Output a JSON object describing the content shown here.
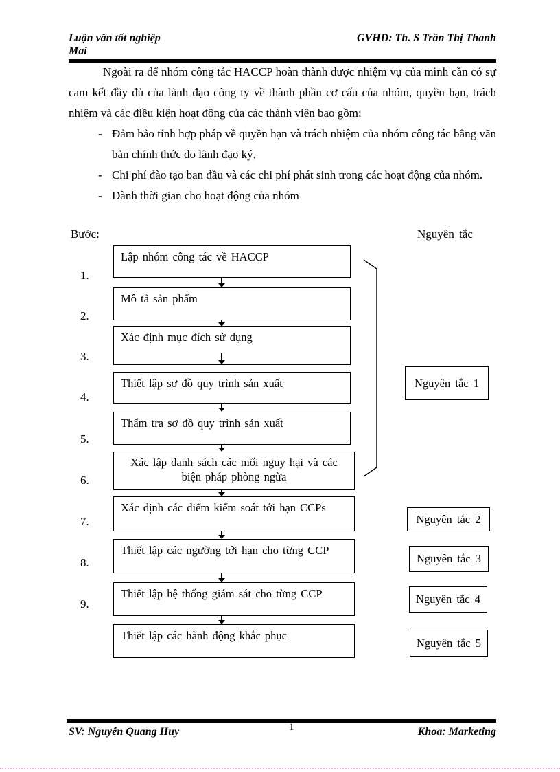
{
  "page": {
    "header": {
      "left": "Luận văn tốt nghiệp",
      "right": "GVHD: Th. S Trần Thị Thanh",
      "overflow": "Mai"
    },
    "intro": "Ngoài ra để nhóm công tác HACCP hoàn thành được nhiệm vụ của mình cần có sự cam kết đầy đủ của lãnh đạo công ty về thành phần  cơ cấu của nhóm, quyền hạn, trách nhiệm và  các điều kiện hoạt động của các thành viên bao gồm:",
    "bullet_marker": "-",
    "bullets": [
      "Đảm bảo tính hợp pháp về quyền hạn và trách nhiệm của nhóm công tác bằng văn bản chính thức do lãnh đạo ký,",
      "Chi phí đào tạo ban đầu và các chi phí phát sinh trong các hoạt động của nhóm.",
      "Dành thời gian cho hoạt động của nhóm"
    ],
    "flow": {
      "steps_heading": "Bước:",
      "principles_heading": "Nguyên tắc",
      "steps": [
        {
          "num": "1.",
          "label": "Lập nhóm  công tác về HACCP"
        },
        {
          "num": "2.",
          "label": "Mô tả sản phẩm"
        },
        {
          "num": "3.",
          "label": "Xác  định  mục  đích  sử  dụng"
        },
        {
          "num": "4.",
          "label": "Thiết  lập  sơ đồ quy  trình   sản xuất"
        },
        {
          "num": "5.",
          "label": "Thẩm  tra sơ đồ quy  trình   sản xuất"
        },
        {
          "num": "6.",
          "label": "Xác  lập  danh  sách các mối  nguy  hại  và các biện pháp  phòng  ngừa"
        },
        {
          "num": "7.",
          "label": "Xác  định  các  điểm  kiểm  soát tới  hạn  CCPs"
        },
        {
          "num": "8.",
          "label": "Thiết  lập  các  ngưỡng  tới  hạn  cho  từng  CCP"
        },
        {
          "num": "9.",
          "label": "Thiết  lập  hệ thống  giám   sát cho  từng   CCP"
        },
        {
          "num": "",
          "label": "Thiết  lập  các hành   động  khắc  phục"
        }
      ],
      "principles": [
        "Nguyên  tắc  1",
        "Nguyên  tắc  2",
        "Nguyên  tắc  3",
        "Nguyên  tắc  4",
        "Nguyên  tắc  5"
      ]
    },
    "footer": {
      "left": "SV: Nguyễn Quang Huy",
      "page_number": "1",
      "right": "Khoa: Marketing"
    }
  }
}
